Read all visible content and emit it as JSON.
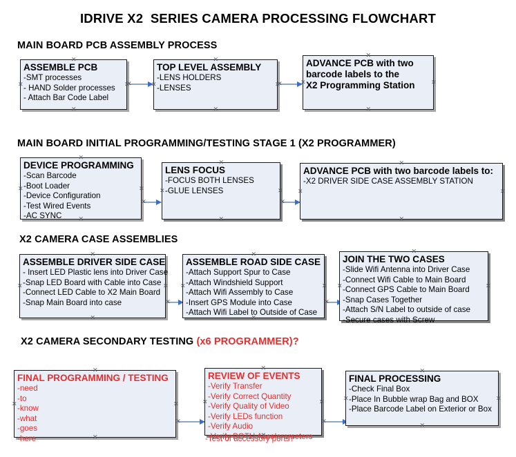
{
  "document": {
    "title": "IDRIVE X2  SERIES CAMERA PROCESSING FLOWCHART"
  },
  "sections": [
    {
      "id": "main-board-pcb-assembly",
      "heading": "MAIN BOARD PCB ASSEMBLY PROCESS",
      "accent": ""
    },
    {
      "id": "main-board-initial-programming",
      "heading": "MAIN BOARD INITIAL PROGRAMMING/TESTING STAGE 1 (X2 PROGRAMMER)",
      "accent": ""
    },
    {
      "id": "x2-camera-case-assemblies",
      "heading": "X2 CAMERA CASE ASSEMBLIES",
      "accent": ""
    },
    {
      "id": "x2-camera-secondary-testing",
      "heading": "X2 CAMERA SECONDARY TESTING ",
      "accent": "(x6 PROGRAMMER)?"
    }
  ],
  "nodes": {
    "assemble_pcb": {
      "title": "ASSEMBLE PCB",
      "lines": [
        "-SMT processes",
        "- HAND Solder processes",
        "- Attach Bar Code Label"
      ]
    },
    "top_level_assembly": {
      "title": "TOP LEVEL ASSEMBLY",
      "lines": [
        "-LENS HOLDERS",
        "-LENSES"
      ]
    },
    "advance_pcb_station": {
      "title": "ADVANCE PCB with two",
      "title2": "barcode labels to the",
      "title3": " X2 Programming Station",
      "lines": []
    },
    "device_programming": {
      "title": "DEVICE PROGRAMMING",
      "lines": [
        "-Scan Barcode",
        "-Boot Loader",
        "-Device Configuration",
        "-Test Wired Events",
        "-AC SYNC"
      ]
    },
    "lens_focus": {
      "title": "LENS FOCUS",
      "lines": [
        "-FOCUS BOTH LENSES",
        "-GLUE LENSES"
      ]
    },
    "advance_pcb_driver_side": {
      "title": "ADVANCE PCB with two barcode labels to:",
      "lines": [
        "-X2 DRIVER  SIDE  CASE  ASSEMBLY STATION"
      ]
    },
    "assemble_driver_side_case": {
      "title": "ASSEMBLE DRIVER SIDE CASE",
      "lines": [
        "- Insert LED Plastic lens into Driver Case",
        "-Snap LED Board with Cable into Case",
        "-Connect LED Cable to X2 Main Board",
        "-Snap Main Board into case"
      ]
    },
    "assemble_road_side_case": {
      "title": "ASSEMBLE ROAD SIDE CASE",
      "lines": [
        "-Attach Support Spur to Case",
        "-Attach Windshield Support",
        "-Attach Wifi Assembly to Case",
        "-Insert GPS Module into Case",
        "-Attach Wifi Label to Outside of Case"
      ]
    },
    "join_the_two_cases": {
      "title": "JOIN THE TWO CASES",
      "lines": [
        "-Slide Wifi Antenna into Driver Case",
        "-Connect Wifi Cable to Main Board",
        "-Connect GPS Cable to Main Board",
        "-Snap Cases Together",
        "-Attach S/N Label to outside of case",
        "-Secure cases with Screw"
      ]
    },
    "final_programming_testing": {
      "title": "FINAL PROGRAMMING / TESTING",
      "lines": [
        "-need",
        "-to",
        "-know",
        "-what",
        "-goes",
        "-here"
      ]
    },
    "review_of_events": {
      "title": "REVIEW OF EVENTS",
      "lines": [
        "-Verify Transfer",
        "-Verify Correct Quantity",
        "-Verify Quality of Video",
        "-Verify LEDs function",
        "-Verify Audio",
        "-Verify BOTH Accelerometers"
      ],
      "overflow_line": "-Test of accessory ports?"
    },
    "final_processing": {
      "title": "FINAL PROCESSING",
      "lines": [
        " -Check Final Box",
        "-Place In Bubble wrap Bag and BOX",
        "-Place Barcode Label on Exterior or Box"
      ]
    }
  },
  "colors": {
    "node_fill": "#e9eef7",
    "node_border": "#1a1a1a",
    "connector": "#8fa8c4",
    "arrow_head": "#3b6fc4",
    "accent_red": "#e03030",
    "text": "#000000"
  }
}
